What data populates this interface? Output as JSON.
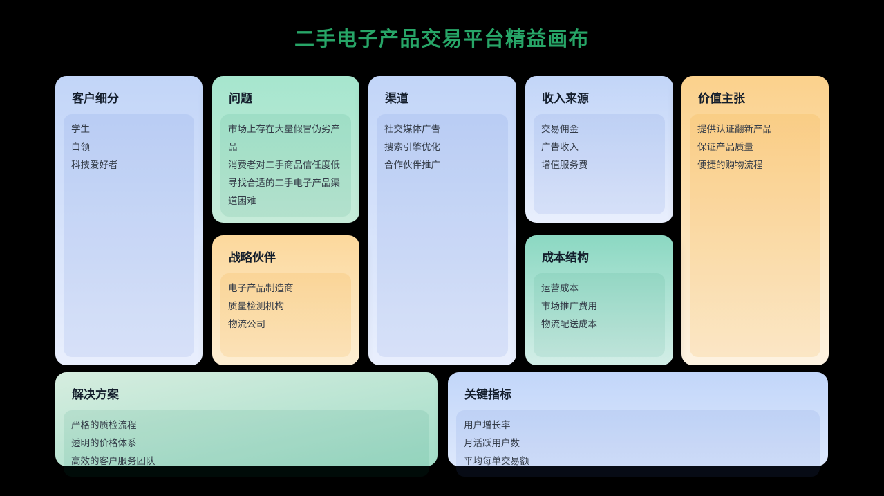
{
  "title": "二手电子产品交易平台精益画布",
  "palette": {
    "background": "#000000",
    "title_green": "#27a567",
    "card_blue_top": "#c2d5f8",
    "card_blue_bottom": "#e9effd",
    "card_mint_top": "#a6e6ce",
    "card_teal_top": "#8bd8c2",
    "card_orange_top": "#fbd18c",
    "card_orange_bottom": "#fdf3e2",
    "heading_text": "#141e2c",
    "body_text": "#333b47"
  },
  "cards": {
    "customer_segments": {
      "heading": "客户细分",
      "items": [
        "学生",
        "白领",
        "科技爱好者"
      ]
    },
    "problems": {
      "heading": "问题",
      "items": [
        "市场上存在大量假冒伪劣产品",
        "消费者对二手商品信任度低",
        "寻找合适的二手电子产品渠道困难"
      ]
    },
    "channels": {
      "heading": "渠道",
      "items": [
        "社交媒体广告",
        "搜索引擎优化",
        "合作伙伴推广"
      ]
    },
    "revenue_streams": {
      "heading": "收入来源",
      "items": [
        "交易佣金",
        "广告收入",
        "增值服务费"
      ]
    },
    "value_proposition": {
      "heading": "价值主张",
      "items": [
        "提供认证翻新产品",
        "保证产品质量",
        "便捷的购物流程"
      ]
    },
    "strategic_partners": {
      "heading": "战略伙伴",
      "items": [
        "电子产品制造商",
        "质量检测机构",
        "物流公司"
      ]
    },
    "cost_structure": {
      "heading": "成本结构",
      "items": [
        "运营成本",
        "市场推广费用",
        "物流配送成本"
      ]
    },
    "solution": {
      "heading": "解决方案",
      "items": [
        "严格的质检流程",
        "透明的价格体系",
        "高效的客户服务团队"
      ]
    },
    "key_metrics": {
      "heading": "关键指标",
      "items": [
        "用户增长率",
        "月活跃用户数",
        "平均每单交易额"
      ]
    }
  }
}
